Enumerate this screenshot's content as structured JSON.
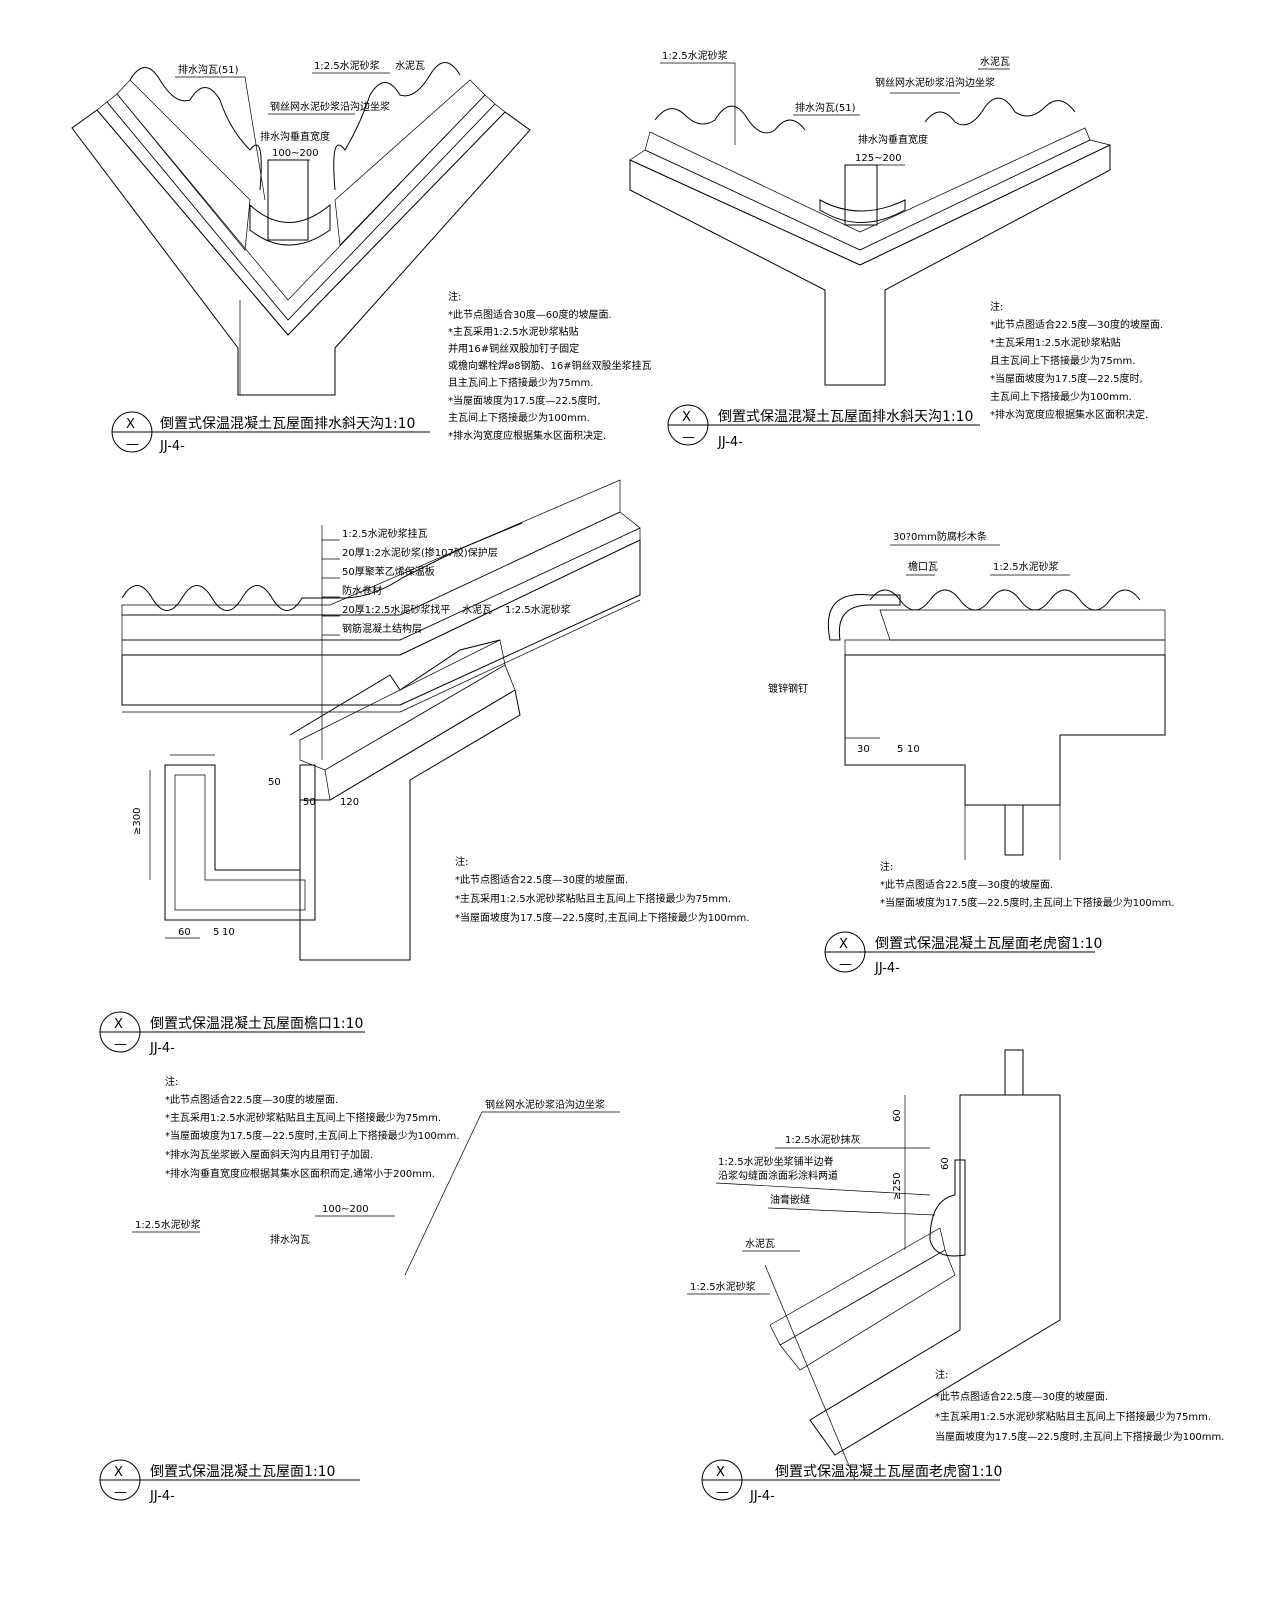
{
  "details": [
    {
      "title": "倒置式保温混凝土瓦屋面排水斜天沟1:10",
      "marker_top": "X",
      "marker_bottom": "—",
      "sheet": "JJ-4-",
      "labels": [
        "排水沟瓦(51)",
        "1:2.5水泥砂浆",
        "水泥瓦",
        "钢丝网水泥砂浆沿沟边坐浆",
        "排水沟垂直宽度",
        "100~200"
      ],
      "notes_heading": "注:",
      "notes": [
        "*此节点图适合30度—60度的坡屋面.",
        "*主瓦采用1:2.5水泥砂浆粘贴",
        " 并用16#铜丝双股加钉子固定",
        " 或檐向螺栓焊ø8钢筋、16#铜丝双股坐浆挂瓦",
        " 且主瓦间上下搭接最少为75mm.",
        "*当屋面坡度为17.5度—22.5度时,",
        " 主瓦间上下搭接最少为100mm.",
        "*排水沟宽度应根据集水区面积决定."
      ]
    },
    {
      "title": "倒置式保温混凝土瓦屋面排水斜天沟1:10",
      "marker_top": "X",
      "marker_bottom": "—",
      "sheet": "JJ-4-",
      "labels": [
        "1:2.5水泥砂浆",
        "水泥瓦",
        "钢丝网水泥砂浆沿沟边坐浆",
        "排水沟瓦(51)",
        "排水沟垂直宽度",
        "125~200"
      ],
      "notes_heading": "注:",
      "notes": [
        "*此节点图适合22.5度—30度的坡屋面.",
        "*主瓦采用1:2.5水泥砂浆粘贴",
        " 且主瓦间上下搭接最少为75mm.",
        "*当屋面坡度为17.5度—22.5度时,",
        " 主瓦间上下搭接最少为100mm.",
        "*排水沟宽度应根据集水区面积决定."
      ]
    },
    {
      "title": "倒置式保温混凝土瓦屋面檐口1:10",
      "marker_top": "X",
      "marker_bottom": "—",
      "sheet": "JJ-4-",
      "labels": [
        "1:2.5水泥砂浆挂瓦",
        "20厚1:2水泥砂浆(掺107胶)保护层",
        "50厚聚苯乙烯保温板",
        "防水卷材",
        "20厚1:2.5水泥砂浆找平",
        "钢筋混凝土结构层",
        "水泥瓦",
        "1:2.5水泥砂浆"
      ],
      "dims": [
        "50",
        "50",
        "120",
        "≥300",
        "60",
        "5",
        "10"
      ],
      "notes_heading": "注:",
      "notes": [
        "*此节点图适合22.5度—30度的坡屋面.",
        "*主瓦采用1:2.5水泥砂浆粘贴且主瓦间上下搭接最少为75mm.",
        "*当屋面坡度为17.5度—22.5度时,主瓦间上下搭接最少为100mm."
      ]
    },
    {
      "title": "倒置式保温混凝土瓦屋面老虎窗1:10",
      "marker_top": "X",
      "marker_bottom": "—",
      "sheet": "JJ-4-",
      "labels": [
        "30?0mm防腐杉木条",
        "檐口瓦",
        "1:2.5水泥砂浆",
        "镀锌钢钉"
      ],
      "dims": [
        "30",
        "5",
        "10"
      ],
      "notes_heading": "注:",
      "notes": [
        "*此节点图适合22.5度—30度的坡屋面.",
        "*当屋面坡度为17.5度—22.5度时,主瓦间上下搭接最少为100mm."
      ]
    },
    {
      "title": "倒置式保温混凝土瓦屋面1:10",
      "marker_top": "X",
      "marker_bottom": "—",
      "sheet": "JJ-4-",
      "labels": [
        "钢丝网水泥砂浆沿沟边坐浆",
        "1:2.5水泥砂浆",
        "排水沟瓦",
        "100~200"
      ],
      "notes_heading": "注:",
      "notes": [
        "*此节点图适合22.5度—30度的坡屋面.",
        "*主瓦采用1:2.5水泥砂浆粘贴且主瓦间上下搭接最少为75mm.",
        "*当屋面坡度为17.5度—22.5度时,主瓦间上下搭接最少为100mm.",
        "*排水沟瓦坐浆嵌入屋面斜天沟内且用钉子加固.",
        "*排水沟垂直宽度应根据其集水区面积而定,通常小于200mm."
      ]
    },
    {
      "title": "倒置式保温混凝土瓦屋面老虎窗1:10",
      "marker_top": "X",
      "marker_bottom": "—",
      "sheet": "JJ-4-",
      "labels": [
        "1:2.5水泥砂抹灰",
        "1:2.5水泥砂坐浆铺半边脊",
        "沿浆勾缝面涂面彩涂料两道",
        "油膏嵌缝",
        "水泥瓦",
        "1:2.5水泥砂浆"
      ],
      "dims": [
        "60",
        "≥250",
        "60"
      ],
      "notes_heading": "注:",
      "notes": [
        "*此节点图适合22.5度—30度的坡屋面.",
        "*主瓦采用1:2.5水泥砂浆粘贴且主瓦间上下搭接最少为75mm.",
        " 当屋面坡度为17.5度—22.5度时,主瓦间上下搭接最少为100mm."
      ]
    }
  ]
}
